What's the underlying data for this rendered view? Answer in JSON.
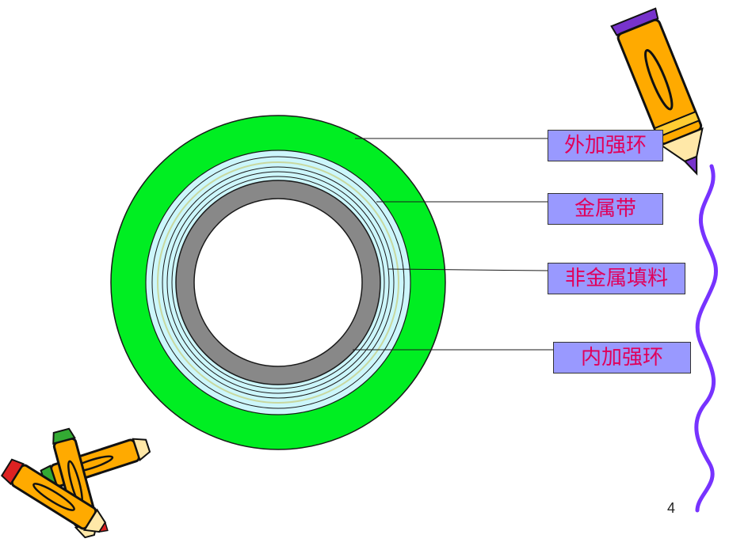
{
  "labels": {
    "outer_ring": "外加强环",
    "metal_strip": "金属带",
    "nonmetal_filler": "非金属填料",
    "inner_ring": "内加强环"
  },
  "page_number": "4",
  "colors": {
    "outer_ring": "#00ee22",
    "filler": "#ccf6fb",
    "inner_ring": "#888888",
    "label_bg": "#9999ff",
    "label_text": "#e0005a",
    "squiggle": "#7733ff"
  },
  "icons": [
    "pencil-top-right-icon",
    "pencils-bottom-left-icon"
  ]
}
